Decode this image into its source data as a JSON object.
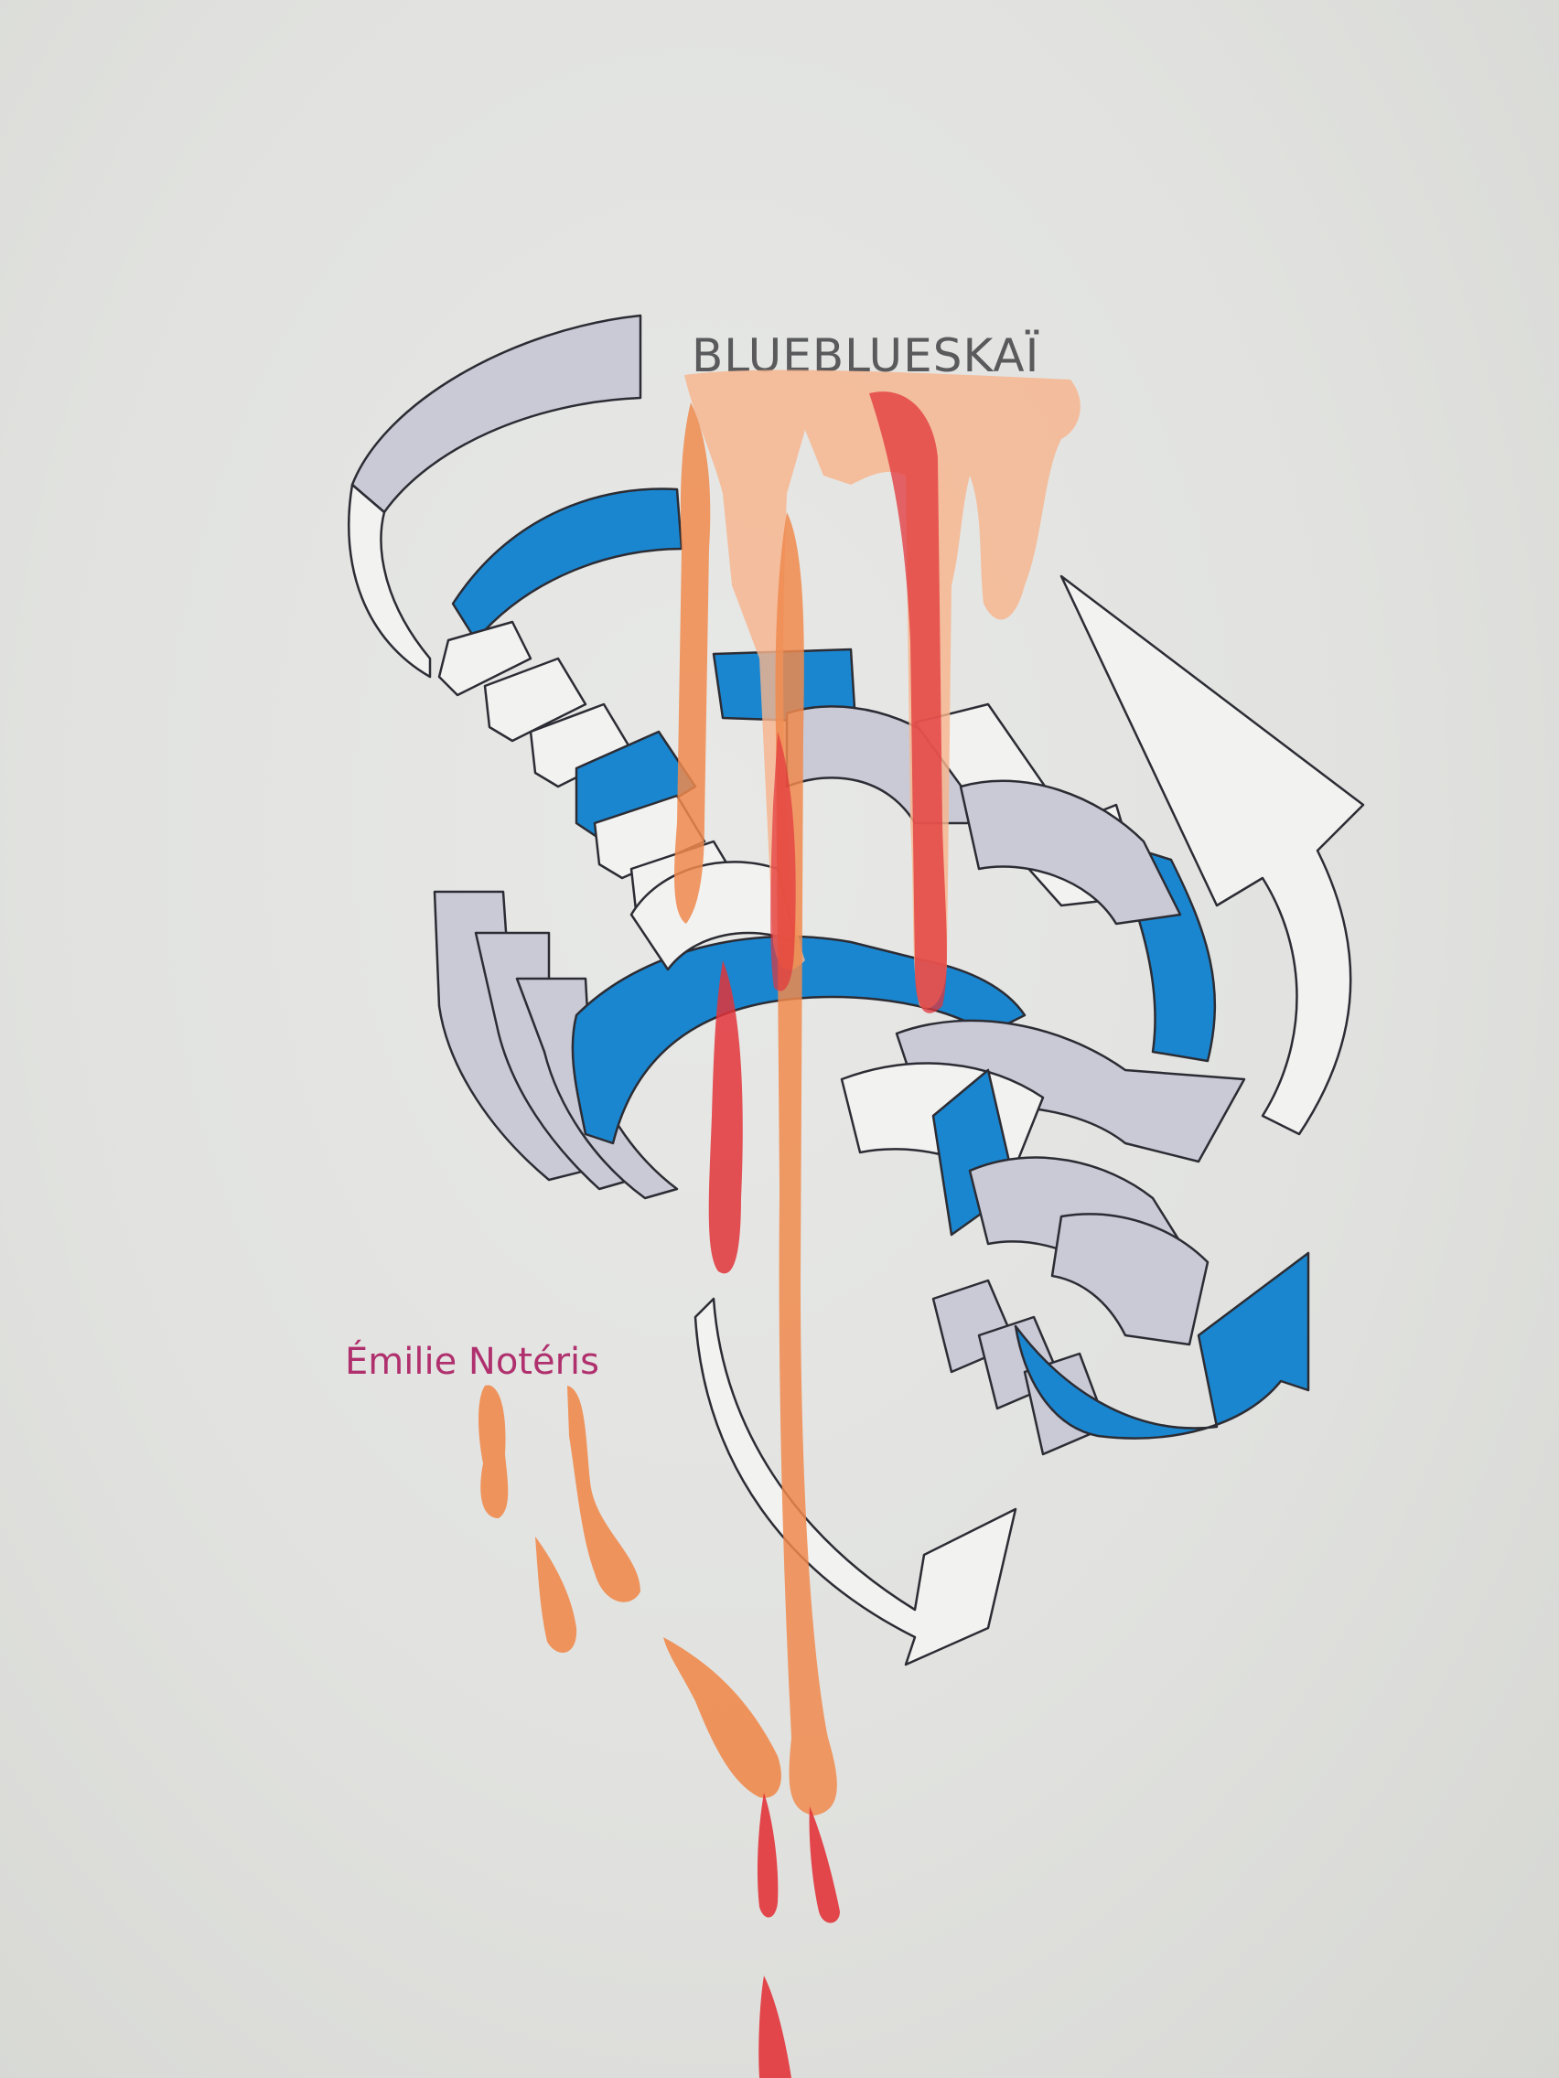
{
  "cover": {
    "title": "BLUEBLUESKAÏ",
    "author": "Émilie Notéris"
  },
  "colors": {
    "background": "#e1e2df",
    "ribbon_blue": "#1a86cf",
    "ribbon_grey": "#c9cad6",
    "ribbon_white": "#f2f2f1",
    "outline": "#2c2c34",
    "title_text": "#5a5a5c",
    "author_text": "#b0306e",
    "drip_orange": "#f08a4e",
    "drip_red": "#e2343a",
    "drip_peach": "#f6b58e"
  },
  "artwork": {
    "motif": "swirling ribbon arrows",
    "overlay": "dripping paint"
  }
}
